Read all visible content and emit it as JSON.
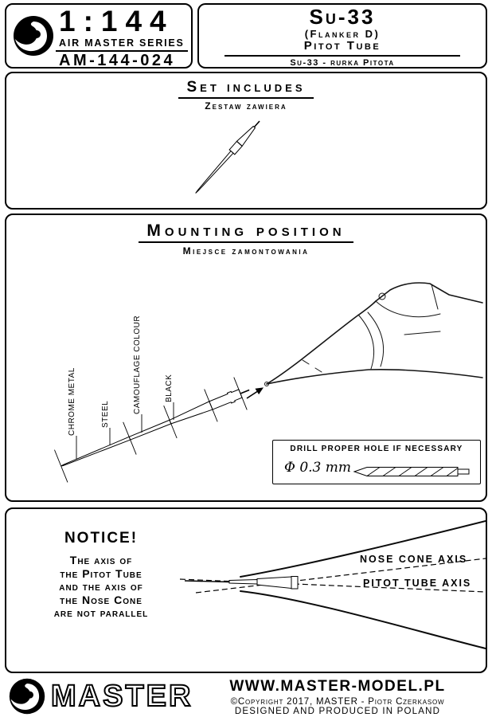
{
  "colors": {
    "ink": "#000000",
    "paper": "#ffffff"
  },
  "icons": [
    "master-logo",
    "pitot-tube-part",
    "aircraft-nose-drawing",
    "mounting-arrow",
    "drill-bit"
  ],
  "header": {
    "scale": "1:144",
    "series": "AIR MASTER SERIES",
    "product_code": "AM-144-024",
    "title": "Su-33",
    "subtitle": "(Flanker D)",
    "product_type": "Pitot Tube",
    "title_pl": "Su-33 - rurka Pitota"
  },
  "set_includes": {
    "title": "Set includes",
    "title_pl": "Zestaw zawiera"
  },
  "mounting": {
    "title": "Mounting position",
    "title_pl": "Miejsce zamontowania",
    "part_labels": [
      "CHROME METAL",
      "STEEL",
      "CAMOUFLAGE COLOUR",
      "BLACK"
    ],
    "drill_note": "DRILL PROPER HOLE IF NECESSARY",
    "drill_diameter": "Φ 0.3 mm"
  },
  "notice": {
    "title": "NOTICE!",
    "body_lines": [
      "The axis of",
      "the Pitot Tube",
      "and the axis of",
      "the Nose Cone",
      "are not parallel"
    ],
    "axis_labels": [
      "NOSE CONE AXIS",
      "PITOT TUBE AXIS"
    ]
  },
  "footer": {
    "brand": "MASTER",
    "website": "WWW.MASTER-MODEL.PL",
    "copyright": "©Copyright 2017, MASTER - Piotr Czerkasow",
    "origin": "DESIGNED AND PRODUCED IN POLAND"
  }
}
